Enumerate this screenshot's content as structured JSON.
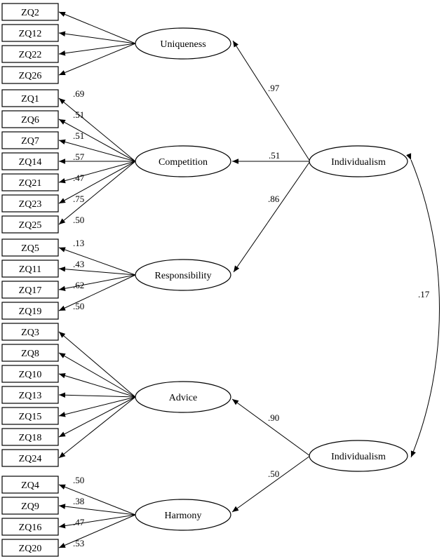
{
  "latents": [
    {
      "id": "uniqueness",
      "label": "Uniqueness"
    },
    {
      "id": "competition",
      "label": "Competition"
    },
    {
      "id": "responsibility",
      "label": "Responsibility"
    },
    {
      "id": "advice",
      "label": "Advice"
    },
    {
      "id": "harmony",
      "label": "Harmony"
    },
    {
      "id": "individualism-1",
      "label": "Individualism"
    },
    {
      "id": "individualism-2",
      "label": "Individualism"
    }
  ],
  "indicators": {
    "uniqueness": [
      {
        "label": "ZQ2",
        "loading": ""
      },
      {
        "label": "ZQ12",
        "loading": ""
      },
      {
        "label": "ZQ22",
        "loading": ""
      },
      {
        "label": "ZQ26",
        "loading": ""
      }
    ],
    "competition": [
      {
        "label": "ZQ1",
        "loading": ".69"
      },
      {
        "label": "ZQ6",
        "loading": ".51"
      },
      {
        "label": "ZQ7",
        "loading": ".51"
      },
      {
        "label": "ZQ14",
        "loading": ".57"
      },
      {
        "label": "ZQ21",
        "loading": ".47"
      },
      {
        "label": "ZQ23",
        "loading": ".75"
      },
      {
        "label": "ZQ25",
        "loading": ".50"
      }
    ],
    "responsibility": [
      {
        "label": "ZQ5",
        "loading": ".13"
      },
      {
        "label": "ZQ11",
        "loading": ".43"
      },
      {
        "label": "ZQ17",
        "loading": ".62"
      },
      {
        "label": "ZQ19",
        "loading": ".50"
      }
    ],
    "advice": [
      {
        "label": "ZQ3",
        "loading": ""
      },
      {
        "label": "ZQ8",
        "loading": ""
      },
      {
        "label": "ZQ10",
        "loading": ""
      },
      {
        "label": "ZQ13",
        "loading": ""
      },
      {
        "label": "ZQ15",
        "loading": ""
      },
      {
        "label": "ZQ18",
        "loading": ""
      },
      {
        "label": "ZQ24",
        "loading": ""
      }
    ],
    "harmony": [
      {
        "label": "ZQ4",
        "loading": ".50"
      },
      {
        "label": "ZQ9",
        "loading": ".38"
      },
      {
        "label": "ZQ16",
        "loading": ".47"
      },
      {
        "label": "ZQ20",
        "loading": ".53"
      }
    ]
  },
  "paths": [
    {
      "from": "individualism-1",
      "to": "uniqueness",
      "weight": ".97"
    },
    {
      "from": "individualism-1",
      "to": "competition",
      "weight": ".51"
    },
    {
      "from": "individualism-1",
      "to": "responsibility",
      "weight": ".86"
    },
    {
      "from": "individualism-2",
      "to": "advice",
      "weight": ".90"
    },
    {
      "from": "individualism-2",
      "to": "harmony",
      "weight": ".50"
    }
  ],
  "correlation": {
    "between": [
      "individualism-1",
      "individualism-2"
    ],
    "value": ".17"
  }
}
